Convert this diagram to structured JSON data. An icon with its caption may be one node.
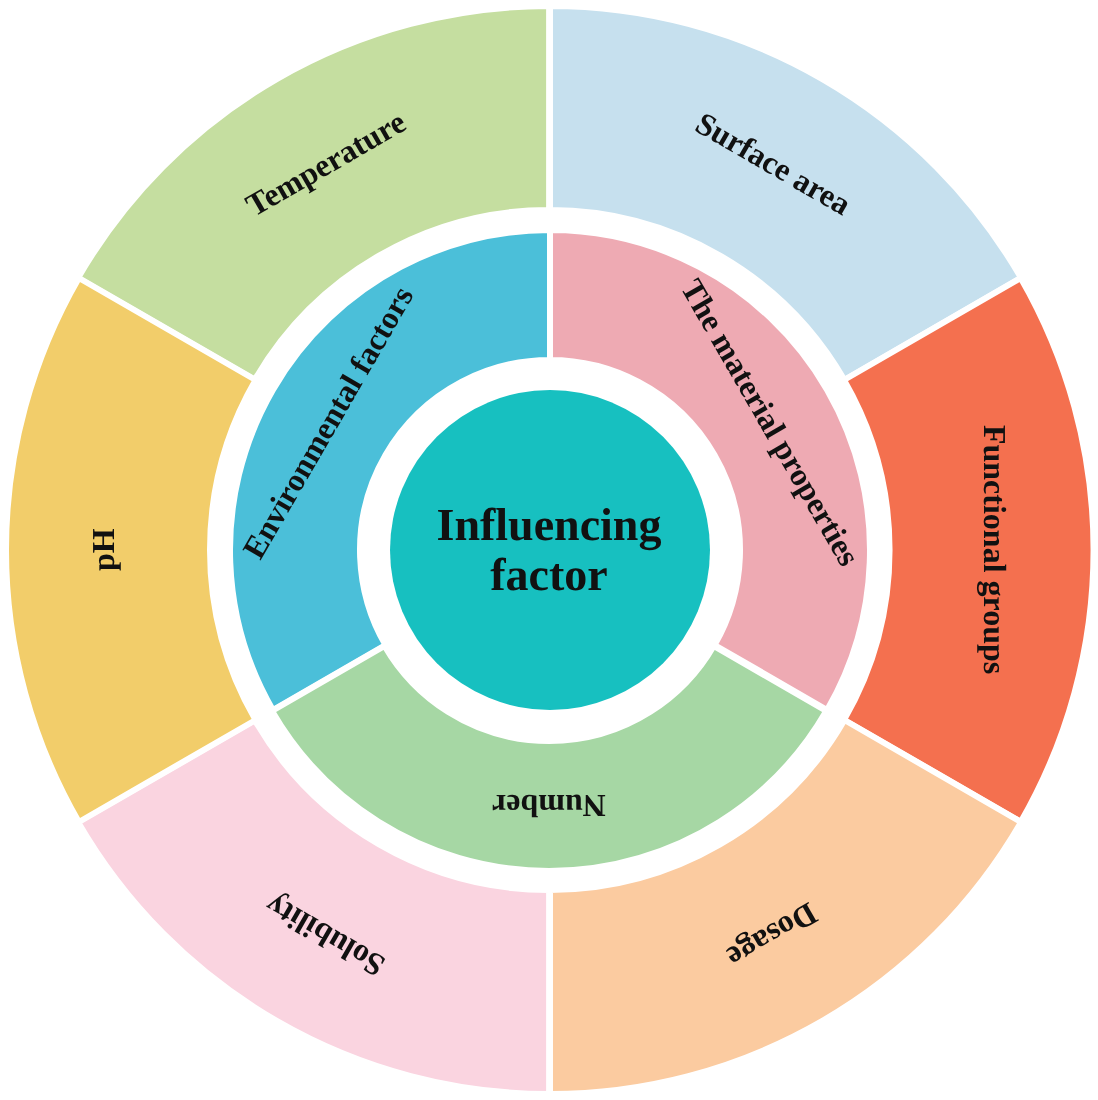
{
  "diagram": {
    "nodes": [
      {
        "text": [
          "Influencing factor"
        ]
      },
      {
        "text": [
          "Environmental factors"
        ]
      },
      {
        "text": [
          "The material properties"
        ]
      },
      {
        "text": [
          "Number"
        ]
      },
      {
        "text": [
          "Temperature"
        ]
      },
      {
        "text": [
          "Surface area"
        ]
      },
      {
        "text": [
          "Functional groups"
        ]
      },
      {
        "text": [
          "Dosage"
        ]
      },
      {
        "text": [
          "Solubility"
        ]
      },
      {
        "text": [
          "pH"
        ]
      }
    ]
  }
}
